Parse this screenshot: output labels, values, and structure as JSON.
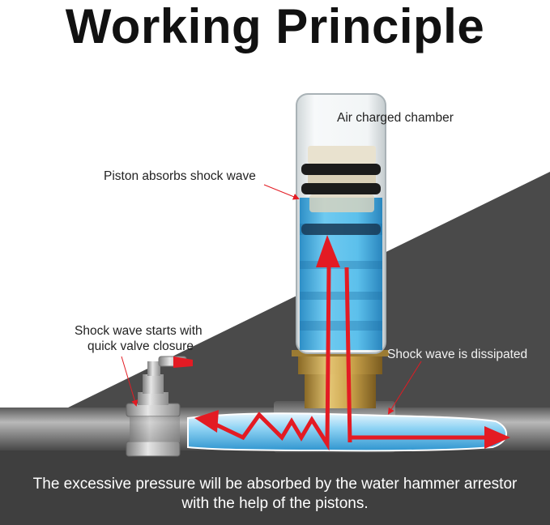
{
  "title": "Working Principle",
  "labels": {
    "air_chamber": "Air charged chamber",
    "piston": "Piston absorbs shock wave",
    "shock_start_line1": "Shock wave starts with",
    "shock_start_line2": "quick valve closure",
    "dissipated": "Shock wave is dissipated"
  },
  "caption": {
    "line1": "The excessive pressure will be absorbed by the water hammer arrestor",
    "line2": "with the help of the pistons."
  },
  "colors": {
    "background_dark": "#4a4a4a",
    "water": "#4fb6e6",
    "arrow": "#e31b23",
    "brass": "#c9a24a",
    "pipe": "#8a8a8a"
  }
}
